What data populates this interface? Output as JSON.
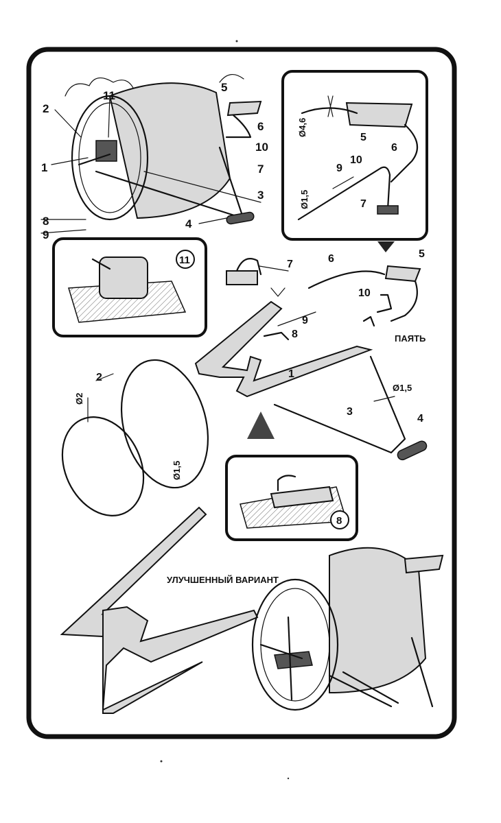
{
  "labels": {
    "n1": "1",
    "n2": "2",
    "n3": "3",
    "n4": "4",
    "n5": "5",
    "n6": "6",
    "n7": "7",
    "n8": "8",
    "n9": "9",
    "n10": "10",
    "n11": "11"
  },
  "dims": {
    "d46": "Ø4,6",
    "d15": "Ø1,5",
    "d2": "Ø2"
  },
  "texts": {
    "solder": "ПАЯТЬ",
    "improved": "УЛУЧШЕННЫЙ ВАРИАНТ"
  },
  "insets": {
    "eleven": "11",
    "eight": "8"
  }
}
